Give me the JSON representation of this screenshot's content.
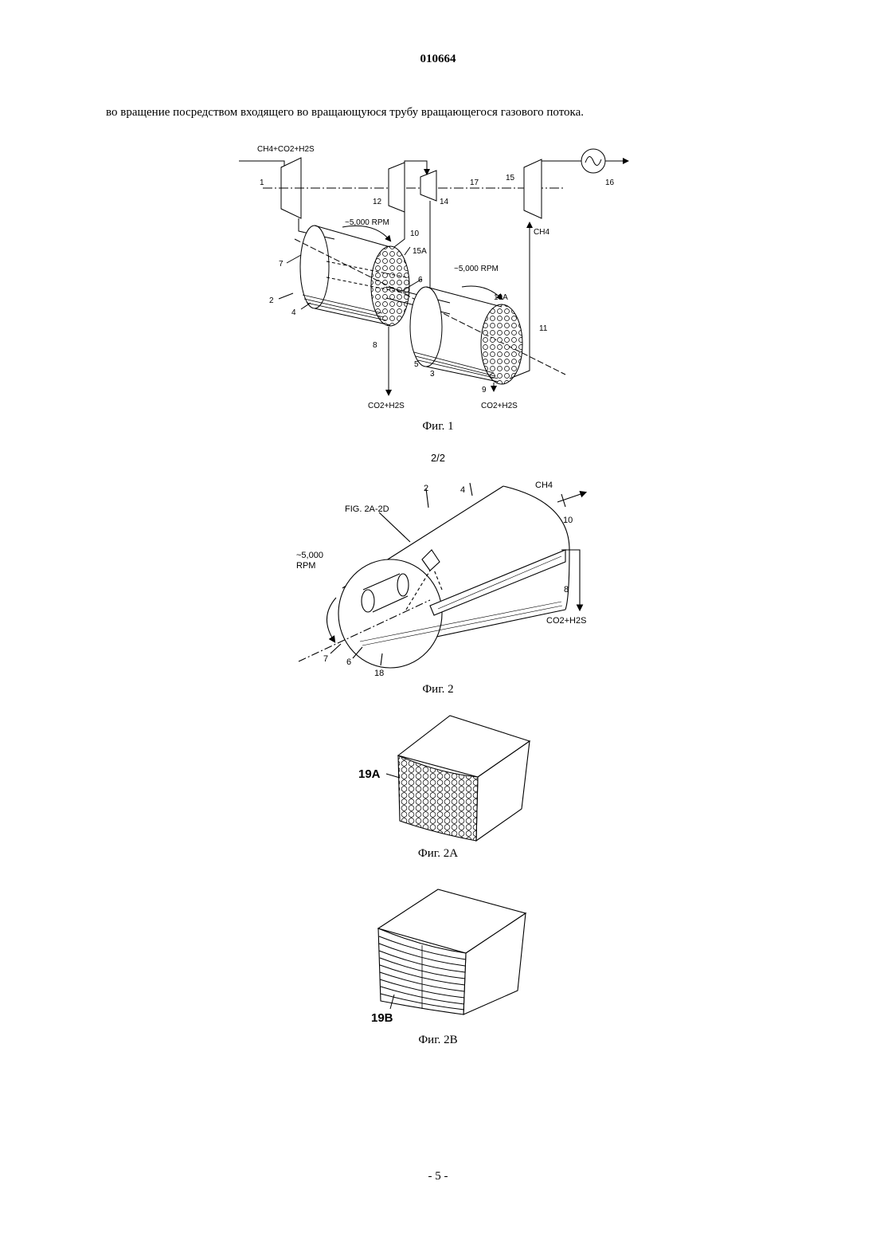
{
  "header": {
    "doc_number": "010664"
  },
  "body": {
    "intro_text": "во вращение посредством входящего во вращающуюся трубу вращающегося газового потока."
  },
  "fig1": {
    "caption": "Фиг. 1",
    "feed": "CH4+CO2+H2S",
    "rpm_a": "~5,000 RPM",
    "rpm_b": "~5,000 RPM",
    "ch4": "CH4",
    "out_a": "CO2+H2S",
    "out_b": "CO2+H2S",
    "labels": {
      "n1": "1",
      "n2": "2",
      "n3": "3",
      "n4": "4",
      "n5": "5",
      "n6": "6",
      "n7": "7",
      "n8": "8",
      "n9": "9",
      "n10": "10",
      "n11": "11",
      "n12": "12",
      "n14": "14",
      "n15": "15",
      "n16": "16",
      "n17": "17",
      "n15a": "15A",
      "n19a": "19A"
    }
  },
  "sheet_label": "2/2",
  "fig2": {
    "caption": "Фиг. 2",
    "ref": "FIG. 2A-2D",
    "rpm_line1": "~5,000",
    "rpm_line2": "RPM",
    "ch4": "CH4",
    "out": "CO2+H2S",
    "labels": {
      "n2": "2",
      "n4": "4",
      "n6": "6",
      "n7": "7",
      "n8": "8",
      "n10": "10",
      "n18": "18"
    }
  },
  "fig2a": {
    "caption": "Фиг. 2А",
    "label": "19A"
  },
  "fig2b": {
    "caption": "Фиг. 2В",
    "label": "19B"
  },
  "footer": {
    "page_number": "- 5 -"
  }
}
